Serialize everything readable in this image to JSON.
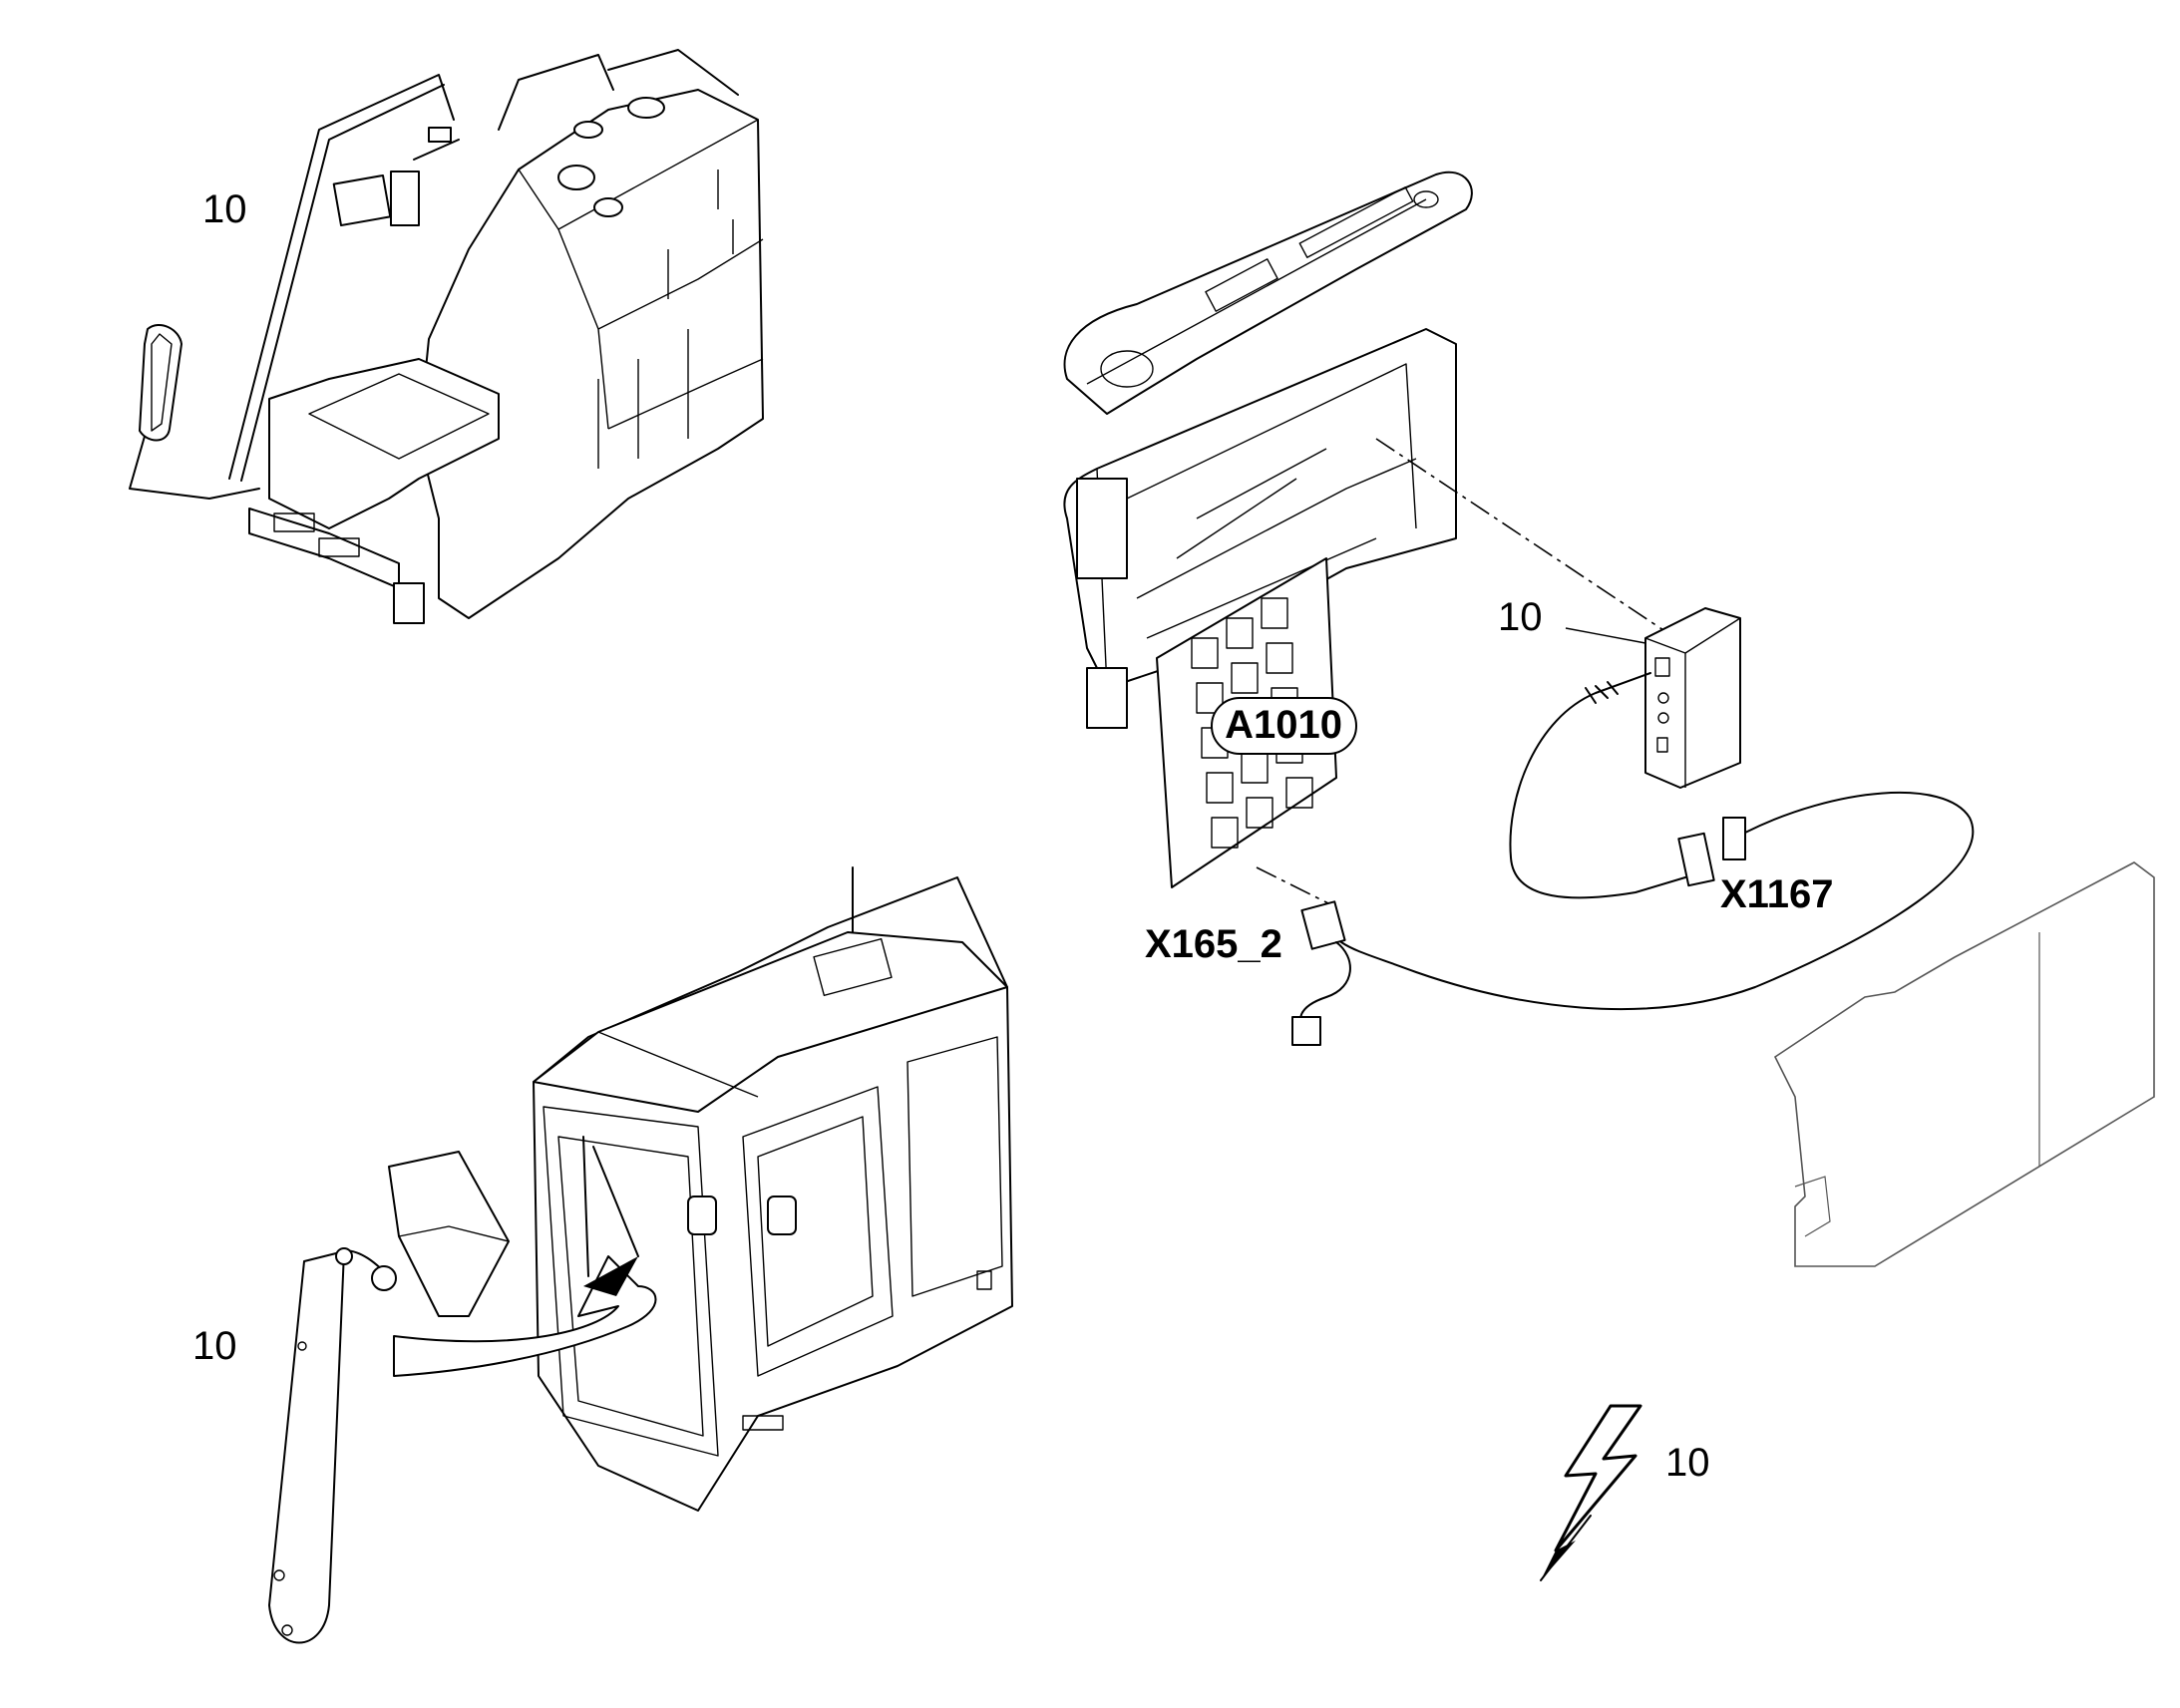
{
  "labels": {
    "seat_callout": "10",
    "harness_callout": "10",
    "mirror_callout": "10",
    "electric_callout": "10",
    "relay_board": "A1010",
    "connector_left": "X165_2",
    "connector_right": "X1167"
  },
  "icons": {
    "electric_symbol": "lightning-bolt-icon"
  }
}
